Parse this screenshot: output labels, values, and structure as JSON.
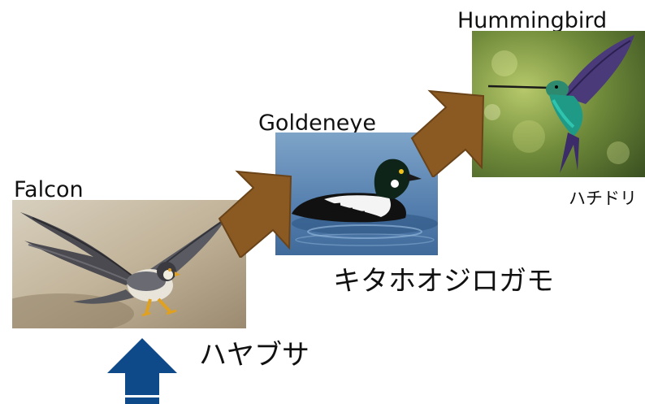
{
  "birds": [
    {
      "name": "Falcon",
      "japanese": "ハヤブサ",
      "icon": "falcon-photo"
    },
    {
      "name": "Goldeneye",
      "japanese": "キタホオジロガモ",
      "icon": "goldeneye-duck-photo"
    },
    {
      "name": "Hummingbird",
      "japanese": "ハチドリ",
      "icon": "hummingbird-photo"
    }
  ],
  "colors": {
    "step_arrow": "#8B5A22",
    "up_arrow": "#0E4A8A"
  }
}
